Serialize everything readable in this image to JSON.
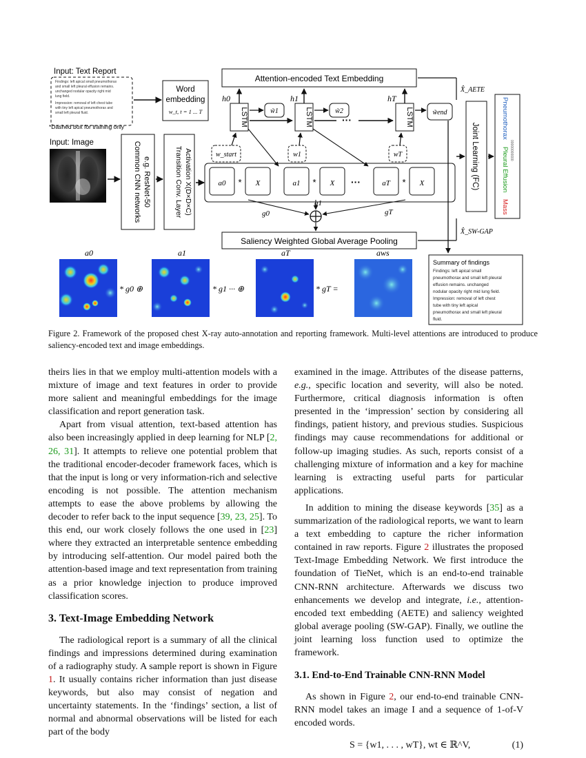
{
  "figure": {
    "input_text_report_label": "Input: Text Report",
    "report_lines": [
      "Findings: left apical small pneumothorax",
      "and small left pleural effusion remains.",
      "unchanged nodular opacity right mid",
      "lung field.",
      "Impression: removal of left chest tube",
      "with tiny left apical pneumothorax and",
      "small left pleural fluid."
    ],
    "dashed_note": "*Dashed box for training only",
    "word_embedding": [
      "Word",
      "embedding"
    ],
    "word_embedding_sub": "w_t, t = 1 ... T",
    "input_image_label": "Input: Image",
    "cnn_box": "Common CNN networks e.g. ResNet-50",
    "cnn_box_lines": [
      "Common CNN networks",
      "e.g. ResNet-50"
    ],
    "transition_lines": [
      "Transition Conv. Layer",
      "Activation X(D×D×C)"
    ],
    "aete_box": "Attention-encoded Text Embedding",
    "swgap_box": "Saliency Weighted Global Average Pooling",
    "joint_learning": "Joint Learning (FC)",
    "lstm_label": "LSTM",
    "h_labels": [
      "h0",
      "h1",
      "hT"
    ],
    "g_labels": [
      "g0",
      "g1",
      "gT"
    ],
    "a_labels": [
      "a0",
      "a1",
      "aT"
    ],
    "x_label": "X",
    "star": "*",
    "w_start": "w_start",
    "w_1": "w1",
    "w_T": "wT",
    "wtilde": [
      "w̃1",
      "w̃2",
      "w̃end"
    ],
    "x_aete": "X̂_AETE",
    "x_swgap": "X̂_SW-GAP",
    "outputs": [
      {
        "label": "Pneumothorax",
        "color": "#1f5fbf"
      },
      {
        "label": "Pleural Effusion",
        "color": "#1a9a1a"
      },
      {
        "label": "Mass",
        "color": "#d61a1a"
      }
    ],
    "outputs_small": "00000000000",
    "heatmap_labels": [
      "a0",
      "a1",
      "aT",
      "aws"
    ],
    "heatmap_ops": [
      "* g0 ⊕",
      "* g1 ··· ⊕",
      "* gT ="
    ],
    "summary_title": "Summary of findings",
    "summary_lines": [
      "Findings: left apical small",
      "pneumothorax and small left pleural",
      "effusion remains. unchanged",
      "nodular opacity right mid lung field.",
      "Impression: removal of left chest",
      "tube with tiny left apical",
      "pneumothorax and small left pleural",
      "fluid."
    ],
    "colors": {
      "heatmap_bg": "#1a3fd9",
      "highlight": "#f2d21a"
    }
  },
  "caption": "Figure 2. Framework of the proposed chest X-ray auto-annotation and reporting framework. Multi-level attentions are introduced to produce saliency-encoded text and image embeddings.",
  "left_column": {
    "p1": "theirs lies in that we employ multi-attention models with a mixture of image and text features in order to provide more salient and meaningful embeddings for the image classification and report generation task.",
    "p2_a": "Apart from visual attention, text-based attention has also been increasingly applied in deep learning for NLP [",
    "p2_cite1": "2, 26, 31",
    "p2_b": "]. It attempts to relieve one potential problem that the traditional encoder-decoder framework faces, which is that the input is long or very information-rich and selective encoding is not possible. The attention mechanism attempts to ease the above problems by allowing the decoder to refer back to the input sequence [",
    "p2_cite2": "39, 23, 25",
    "p2_c": "]. To this end, our work closely follows the one used in [",
    "p2_cite3": "23",
    "p2_d": "] where they extracted an interpretable sentence embedding by introducing self-attention. Our model paired both the attention-based image and text representation from training as a prior knowledge injection to produce improved classification scores.",
    "section_title": "3. Text-Image Embedding Network",
    "p3_a": "The radiological report is a summary of all the clinical findings and impressions determined during examination of a radiography study. A sample report is shown in Figure ",
    "p3_ref": "1",
    "p3_b": ". It usually contains richer information than just disease keywords, but also may consist of negation and uncertainty statements. In the ‘findings’ section, a list of normal and abnormal observations will be listed for each part of the body"
  },
  "right_column": {
    "p1_a": "examined in the image. Attributes of the disease patterns, ",
    "p1_eg": "e.g.",
    "p1_b": ", specific location and severity, will also be noted. Furthermore, critical diagnosis information is often presented in the ‘impression’ section by considering all findings, patient history, and previous studies. Suspicious findings may cause recommendations for additional or follow-up imaging studies. As such, reports consist of a challenging mixture of information and a key for machine learning is extracting useful parts for particular applications.",
    "p2_a": "In addition to mining the disease keywords [",
    "p2_cite": "35",
    "p2_b": "] as a summarization of the radiological reports, we want to learn a text embedding to capture the richer information contained in raw reports. Figure ",
    "p2_ref": "2",
    "p2_c": " illustrates the proposed Text-Image Embedding Network. We first introduce the foundation of TieNet, which is an end-to-end trainable CNN-RNN architecture. Afterwards we discuss two enhancements we develop and integrate, ",
    "p2_ie": "i.e.",
    "p2_d": ", attention-encoded text embedding (AETE) and saliency weighted global average pooling (SW-GAP). Finally, we outline the joint learning loss function used to optimize the framework.",
    "subsection_title": "3.1. End-to-End Trainable CNN-RNN Model",
    "p3_a": "As shown in Figure ",
    "p3_ref": "2",
    "p3_b": ", our end-to-end trainable CNN-RNN model takes an image I and a sequence of 1-of-V encoded words.",
    "equation": "S = {w1, . . . , wT}, wt ∈ ℝ^V,",
    "equation_number": "(1)"
  }
}
